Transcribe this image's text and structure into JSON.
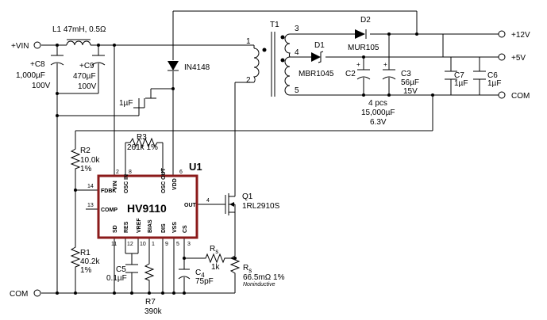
{
  "terminals": {
    "vin": "+VIN",
    "com_in": "COM",
    "v12": "+12V",
    "v5": "+5V",
    "com_out": "COM"
  },
  "inductor": {
    "label": "L1 47mH, 0.5Ω"
  },
  "c8": {
    "name": "+C8",
    "value": "1,000µF",
    "voltage": "100V"
  },
  "c9": {
    "name": "+C9",
    "value": "470µF",
    "voltage": "100V"
  },
  "d_in": {
    "label": "IN4148"
  },
  "c_1u": {
    "label": "1µF"
  },
  "t1": {
    "name": "T1",
    "pins": [
      "1",
      "2",
      "3",
      "4",
      "5"
    ]
  },
  "d1": {
    "name": "D1",
    "part": "MBR1045"
  },
  "d2": {
    "name": "D2",
    "part": "MUR105"
  },
  "c2": {
    "name": "C2",
    "note1": "4 pcs",
    "note2": "15,000µF",
    "note3": "6.3V"
  },
  "c3": {
    "name": "C3",
    "value": "56µF",
    "voltage": "15V"
  },
  "c7": {
    "name": "C7",
    "value": "1µF"
  },
  "c6": {
    "name": "C6",
    "value": "1µF"
  },
  "r3": {
    "name": "R3",
    "value": "261k 1%"
  },
  "r2": {
    "name": "R2",
    "value": "10.0k",
    "tol": "1%"
  },
  "r1": {
    "name": "R1",
    "value": "40.2k",
    "tol": "1%"
  },
  "ic": {
    "name": "HV9110",
    "ref": "U1",
    "pins_top": [
      "VIN",
      "OSC IN",
      "OSC OUT",
      "VDD"
    ],
    "pins_top_num": [
      "2",
      "8",
      "7",
      "6"
    ],
    "pins_left": [
      "FDBK",
      "COMP"
    ],
    "pins_left_num": [
      "14",
      "13"
    ],
    "pin_right": "OUT",
    "pin_right_num": "4",
    "pins_bottom": [
      "SD",
      "RES",
      "VREF",
      "BIAS",
      "DIS",
      "VSS",
      "CS"
    ],
    "pins_bottom_num": [
      "11",
      "12",
      "10",
      "1",
      "9",
      "5",
      "3"
    ]
  },
  "q1": {
    "name": "Q1",
    "part": "1RL2910S"
  },
  "c5": {
    "name": "C5",
    "value": "0.1µF"
  },
  "r7": {
    "name": "R7",
    "value": "390k"
  },
  "c4": {
    "name": "C",
    "sub": "4",
    "value": "75pF"
  },
  "rs1": {
    "name": "R",
    "sub": "s",
    "value": "1k"
  },
  "rs2": {
    "name": "R",
    "sub": "s",
    "value": "66.5mΩ 1%",
    "note": "Noninductive"
  }
}
